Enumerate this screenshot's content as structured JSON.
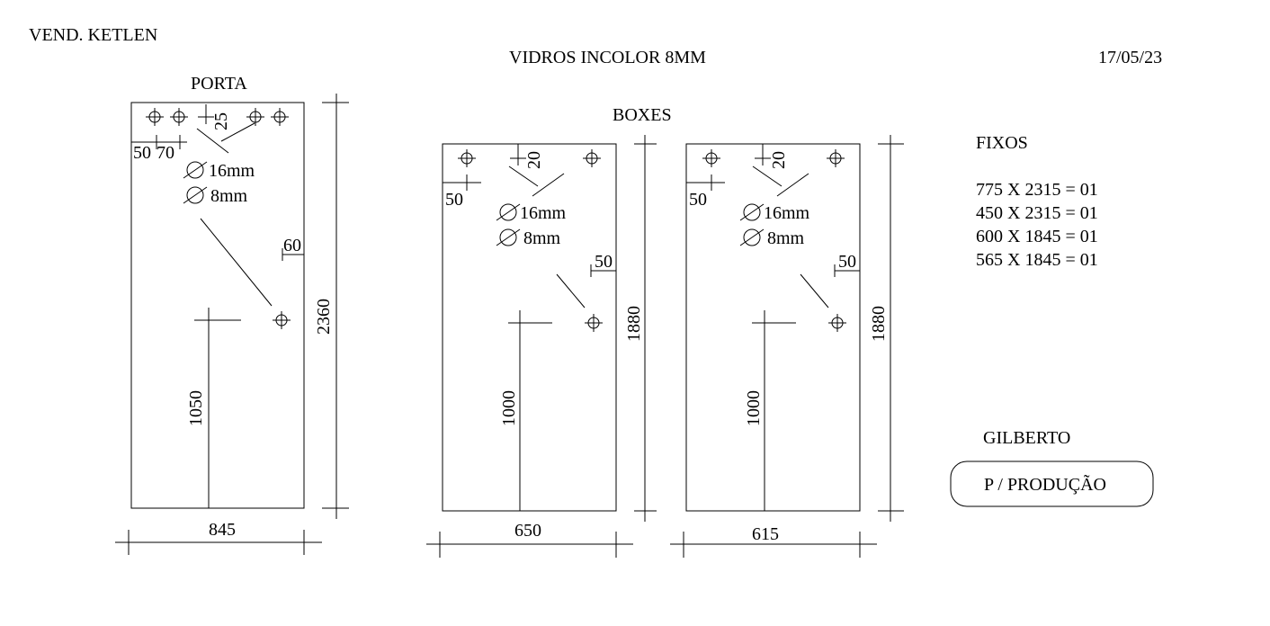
{
  "header": {
    "seller": "VEND. KETLEN",
    "title": "VIDROS INCOLOR 8MM",
    "date": "17/05/23"
  },
  "porta": {
    "label": "PORTA",
    "width": "845",
    "height": "2360",
    "dim_25": "25",
    "dim_50": "50",
    "dim_70": "70",
    "hole_16": "16mm",
    "hole_8": "8mm",
    "dim_60": "60",
    "dim_1050": "1050"
  },
  "boxes": {
    "label": "BOXES",
    "panel1": {
      "width": "650",
      "height": "1880",
      "dim_20": "20",
      "dim_50_left": "50",
      "hole_16": "16mm",
      "hole_8": "8mm",
      "dim_50_right": "50",
      "dim_1000": "1000"
    },
    "panel2": {
      "width": "615",
      "height": "1880",
      "dim_20": "20",
      "dim_50_left": "50",
      "hole_16": "16mm",
      "hole_8": "8mm",
      "dim_50_right": "50",
      "dim_1000": "1000"
    }
  },
  "fixos": {
    "label": "FIXOS",
    "items": [
      "775 X 2315 = 01",
      "450 X 2315 = 01",
      "600 X 1845 = 01",
      "565 X 1845 = 01"
    ]
  },
  "footer": {
    "name": "GILBERTO",
    "stamp": "P / PRODUÇÃO"
  }
}
